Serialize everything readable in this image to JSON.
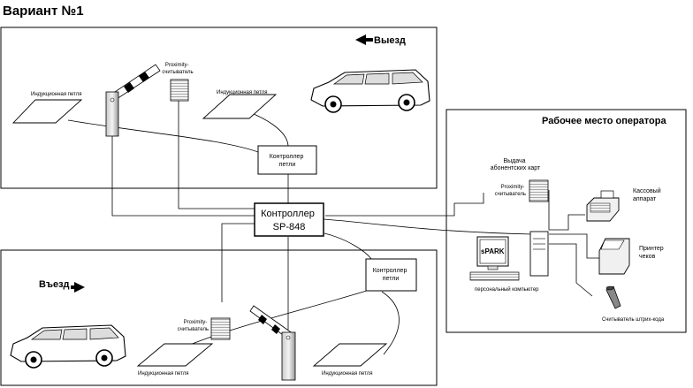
{
  "title": "Вариант №1",
  "exit": {
    "direction_label": "Выезд",
    "proximity_reader": "Proximity-\nсчитыватель",
    "loop_left": "Индукционная петля",
    "loop_right": "Индукционная петля",
    "loop_controller": "Контроллер\nпетли"
  },
  "entry": {
    "direction_label": "Въезд",
    "proximity_reader": "Proximity-\nсчитыватель",
    "loop_left": "Индукционная петля",
    "loop_right": "Индукционная петля",
    "loop_controller": "Контроллер\nпетли"
  },
  "main_controller": "Контроллер\nSP-848",
  "operator": {
    "title": "Рабочее место оператора",
    "card_issue": "Выдача\nабонентских карт",
    "proximity_reader": "Proximity-\nсчитыватель",
    "cash_register": "Кассовый\nаппарат",
    "receipt_printer": "Принтер\nчеков",
    "pc_screen": "sPARK",
    "pc_label": "персональный компьютер",
    "barcode_reader": "Считыватель штрих-кода"
  }
}
